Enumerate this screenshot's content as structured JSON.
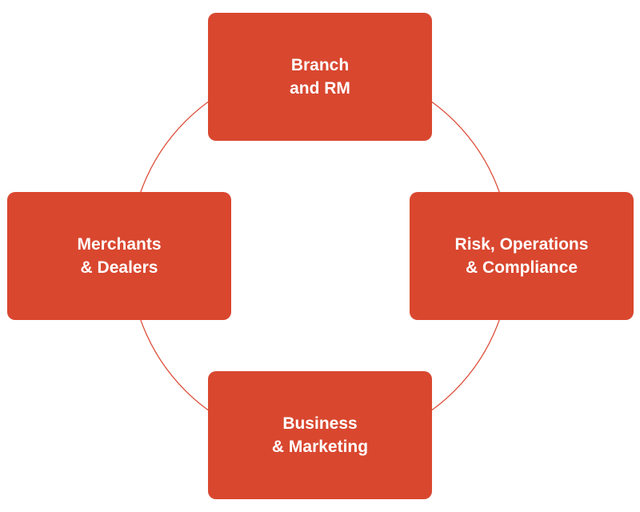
{
  "colors": {
    "node_fill": "#d9472f",
    "ring_stroke": "#d9472f",
    "text": "#ffffff",
    "background": "#ffffff"
  },
  "diagram": {
    "type": "cycle",
    "nodes": [
      {
        "id": "top",
        "lines": [
          "Branch",
          "and RM"
        ]
      },
      {
        "id": "right",
        "lines": [
          "Risk, Operations",
          "& Compliance"
        ]
      },
      {
        "id": "bottom",
        "lines": [
          "Business",
          "& Marketing"
        ]
      },
      {
        "id": "left",
        "lines": [
          "Merchants",
          "& Dealers"
        ]
      }
    ]
  }
}
